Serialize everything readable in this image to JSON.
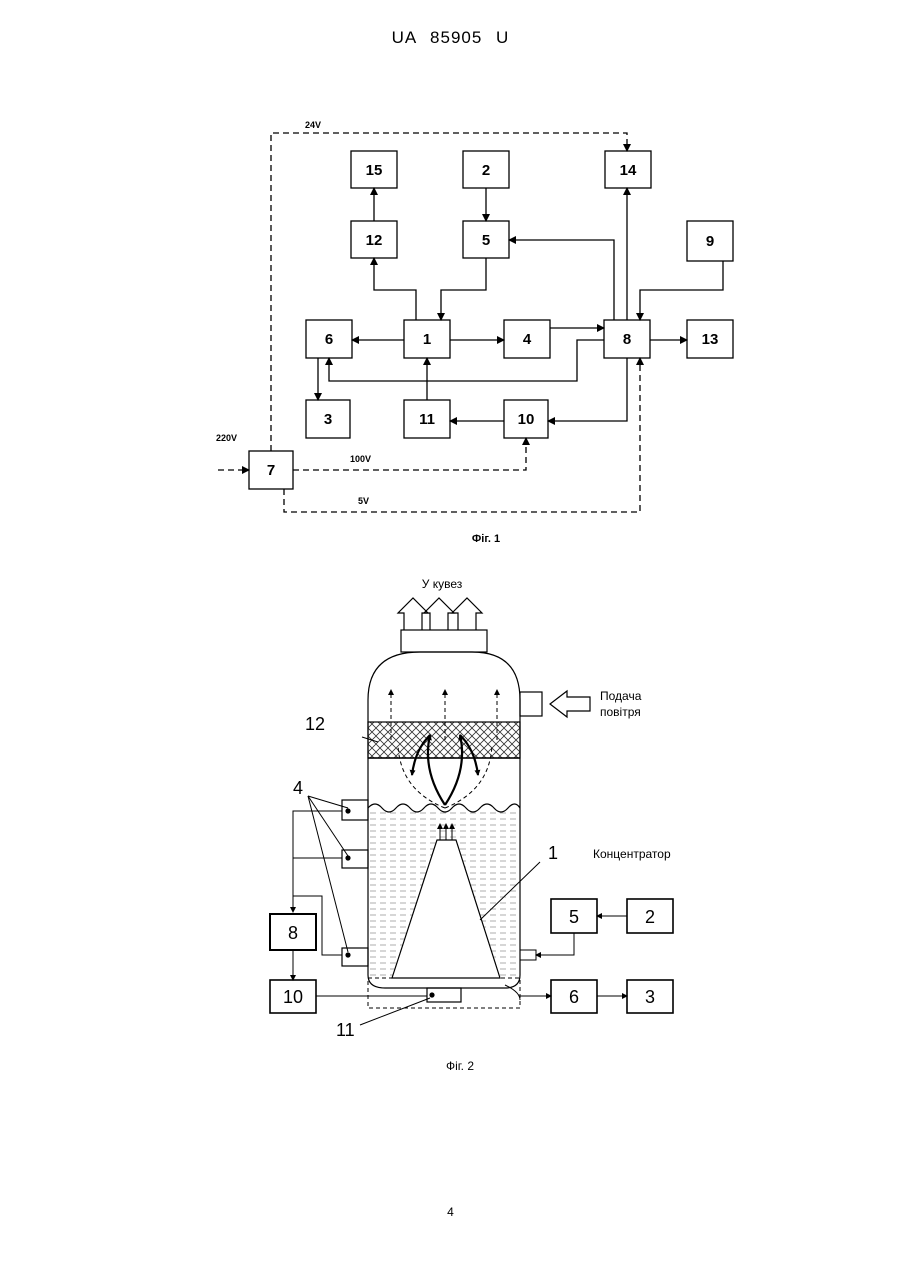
{
  "header": {
    "doc_number": "UA 85905 U"
  },
  "footer": {
    "page_number": "4"
  },
  "fig1": {
    "caption": "Фіг. 1",
    "blocks": {
      "b1": "1",
      "b2": "2",
      "b3": "3",
      "b4": "4",
      "b5": "5",
      "b6": "6",
      "b7": "7",
      "b8": "8",
      "b9": "9",
      "b10": "10",
      "b11": "11",
      "b12": "12",
      "b13": "13",
      "b14": "14",
      "b15": "15"
    },
    "voltages": {
      "v24": "24V",
      "v220": "220V",
      "v100": "100V",
      "v5": "5V"
    }
  },
  "fig2": {
    "caption": "Фіг. 2",
    "outlet_label": "У кувез",
    "air_label_line1": "Подача",
    "air_label_line2": "повітря",
    "concentrator_label": "Концентратор",
    "refs": {
      "r12": "12",
      "r4": "4",
      "r1": "1",
      "r11": "11"
    },
    "blocks": {
      "b5": "5",
      "b2": "2",
      "b8": "8",
      "b10": "10",
      "b6": "6",
      "b3": "3"
    }
  }
}
